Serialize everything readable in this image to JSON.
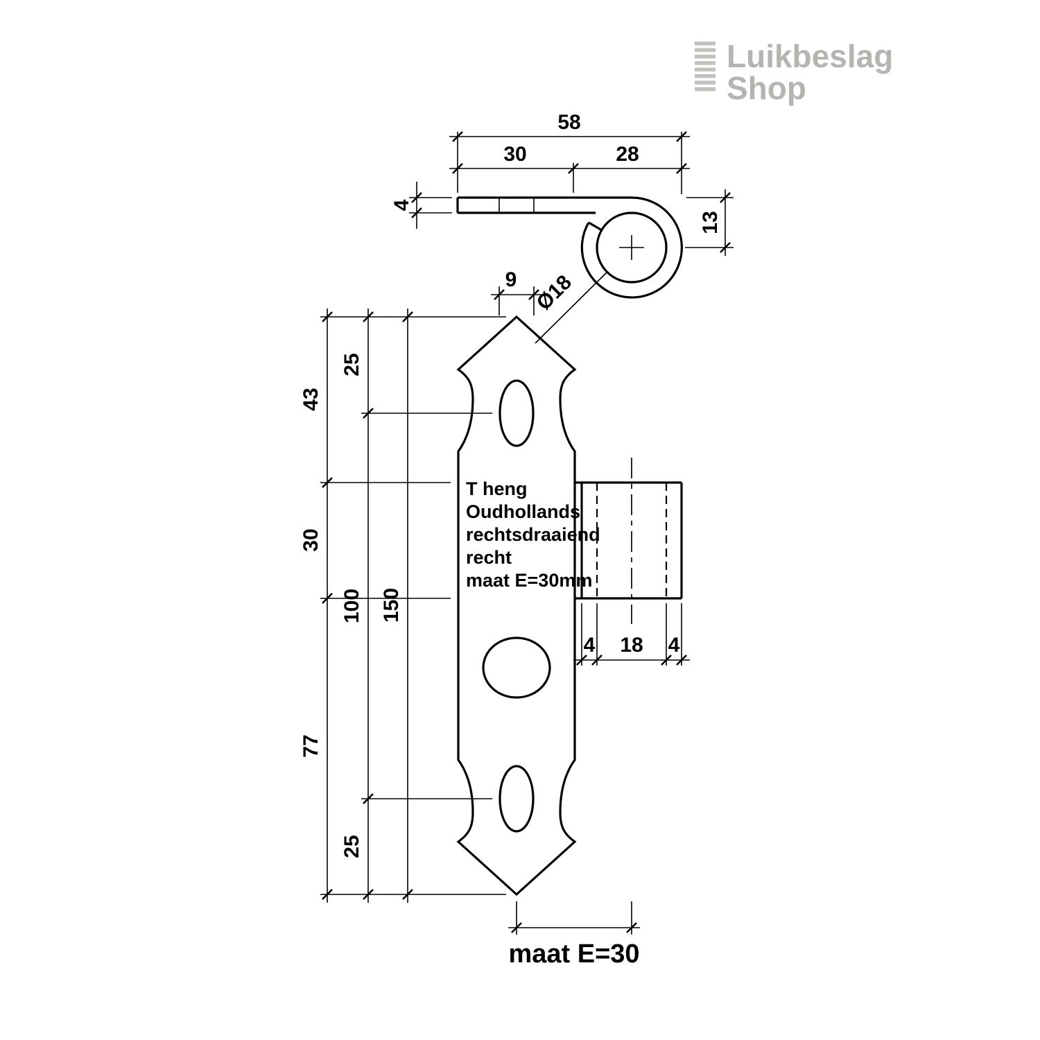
{
  "logo": {
    "name": "Luikbeslag",
    "suffix": "Shop"
  },
  "annotation": {
    "line1": "T heng",
    "line2": "Oudhollands",
    "line3": "rechtsdraaiend",
    "line4": "recht",
    "line5": "maat E=30mm"
  },
  "dims": {
    "total_width": "58",
    "strap_length": "30",
    "curl_width": "28",
    "strap_thickness": "4",
    "curl_center_height": "13",
    "slot_width": "9",
    "pin_diameter": "Ø18",
    "seg_top": "43",
    "seg_knuckle": "30",
    "seg_bottom": "77",
    "slot_top_offset": "25",
    "slot_spacing": "100",
    "slot_bottom_offset": "25",
    "total_length": "150",
    "knuckle_wall_left": "4",
    "knuckle_bore": "18",
    "knuckle_wall_right": "4",
    "maat_e": "maat E=30"
  },
  "colors": {
    "line": "#000000",
    "logo_gray": "#b6b4b1"
  }
}
